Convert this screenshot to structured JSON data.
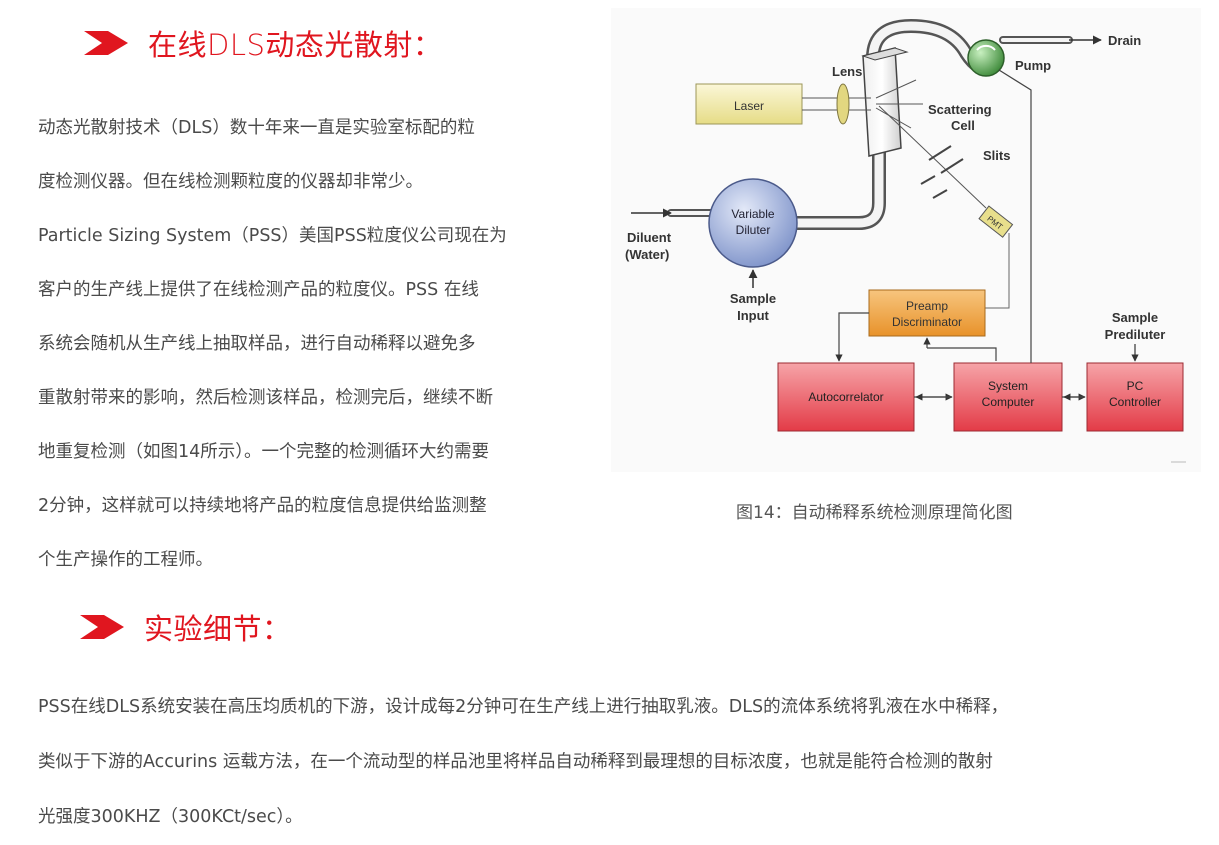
{
  "section1": {
    "title": "在线DLS动态光散射：",
    "paragraph_lines": [
      "动态光散射技术（DLS）数十年来一直是实验室标配的粒",
      "度检测仪器。但在线检测颗粒度的仪器却非常少。",
      "Particle Sizing System（PSS）美国PSS粒度仪公司现在为",
      "客户的生产线上提供了在线检测产品的粒度仪。PSS 在线",
      "系统会随机从生产线上抽取样品，进行自动稀释以避免多",
      "重散射带来的影响，然后检测该样品，检测完后，继续不断",
      "地重复检测（如图14所示）。一个完整的检测循环大约需要",
      "2分钟，这样就可以持续地将产品的粒度信息提供给监测整",
      "个生产操作的工程师。"
    ]
  },
  "figure": {
    "caption": "图14：自动稀释系统检测原理简化图",
    "labels": {
      "drain": "Drain",
      "pump": "Pump",
      "lens": "Lens",
      "laser": "Laser",
      "scattering_cell_1": "Scattering",
      "scattering_cell_2": "Cell",
      "slits": "Slits",
      "pmt": "PMT",
      "diluter_1": "Variable",
      "diluter_2": "Diluter",
      "diluent_1": "Diluent",
      "diluent_2": "(Water)",
      "sample_input_1": "Sample",
      "sample_input_2": "Input",
      "preamp_1": "Preamp",
      "preamp_2": "Discriminator",
      "prediluter_1": "Sample",
      "prediluter_2": "Prediluter",
      "autocorrelator": "Autocorrelator",
      "system_computer_1": "System",
      "system_computer_2": "Computer",
      "pc_controller_1": "PC",
      "pc_controller_2": "Controller"
    },
    "colors": {
      "laser_fill": "#f3edb0",
      "preamp_fill": "#f0a640",
      "red_box_fill": "#e94a55",
      "diluter_fill": "#8ea3d6",
      "pump_fill": "#5aaa55"
    }
  },
  "section2": {
    "title": "实验细节：",
    "paragraph_lines": [
      "PSS在线DLS系统安装在高压均质机的下游，设计成每2分钟可在生产线上进行抽取乳液。DLS的流体系统将乳液在水中稀释，",
      "类似于下游的Accurins 运载方法，在一个流动型的样品池里将样品自动稀释到最理想的目标浓度，也就是能符合检测的散射",
      "光强度300KHZ（300KCt/sec）。"
    ]
  },
  "theme": {
    "accent": "#e0161f",
    "text": "#4a4a4a"
  }
}
